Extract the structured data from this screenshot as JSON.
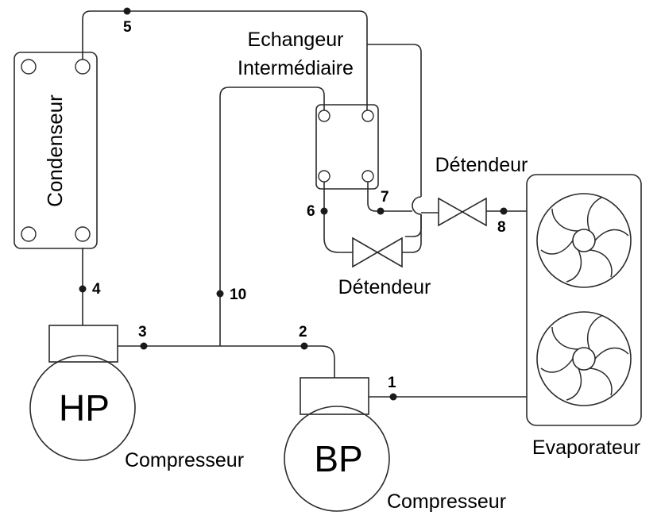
{
  "components": {
    "condenser": {
      "label": "Condenseur"
    },
    "exchanger": {
      "label_line1": "Echangeur",
      "label_line2": "Intermédiaire"
    },
    "expansion_valve_top": {
      "label": "Détendeur"
    },
    "expansion_valve_bottom": {
      "label": "Détendeur"
    },
    "evaporator": {
      "label": "Evaporateur"
    },
    "hp_compressor": {
      "code": "HP",
      "label": "Compresseur"
    },
    "bp_compressor": {
      "code": "BP",
      "label": "Compresseur"
    }
  },
  "state_points": {
    "p1": "1",
    "p2": "2",
    "p3": "3",
    "p4": "4",
    "p5": "5",
    "p6": "6",
    "p7": "7",
    "p8": "8",
    "p10": "10"
  }
}
